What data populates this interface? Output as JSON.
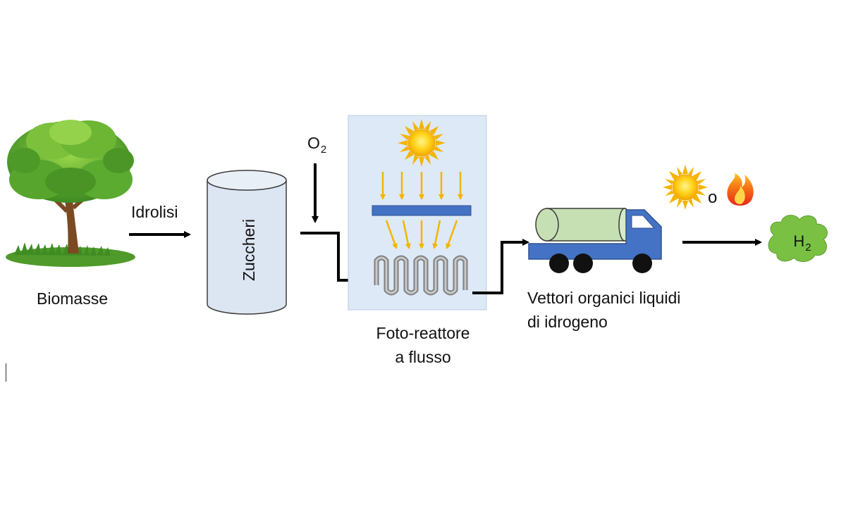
{
  "labels": {
    "biomasse": "Biomasse",
    "idrolisi": "Idrolisi",
    "zuccheri": "Zuccheri",
    "o2_base": "O",
    "o2_sub": "2",
    "foto_line1": "Foto-reattore",
    "foto_line2": "a  flusso",
    "vettori_line1": "Vettori organici liquidi",
    "vettori_line2": "di idrogeno",
    "connector_o": "o",
    "h2_base": "H",
    "h2_sub": "2"
  },
  "icons": {
    "tree": "tree-icon",
    "cylinder": "cylinder-icon",
    "sun": "sun-icon",
    "reactor": "photo-reactor-icon",
    "truck": "tanker-truck-icon",
    "flame": "flame-icon",
    "cloud": "cloud-icon"
  },
  "colors": {
    "arrow": "#000000",
    "cylinder_fill": "#dce6f2",
    "cylinder_stroke": "#3b3b3b",
    "reactor_panel": "#dde9f6",
    "reactor_plate": "#4472c4",
    "sun_rays": "#f5b400",
    "coil": "#8a8a8a",
    "truck_body": "#4472c4",
    "truck_tank": "#c6e0b4",
    "cloud": "#7ac143",
    "tree_canopy": "#5aa832",
    "tree_trunk": "#7a4a22"
  }
}
